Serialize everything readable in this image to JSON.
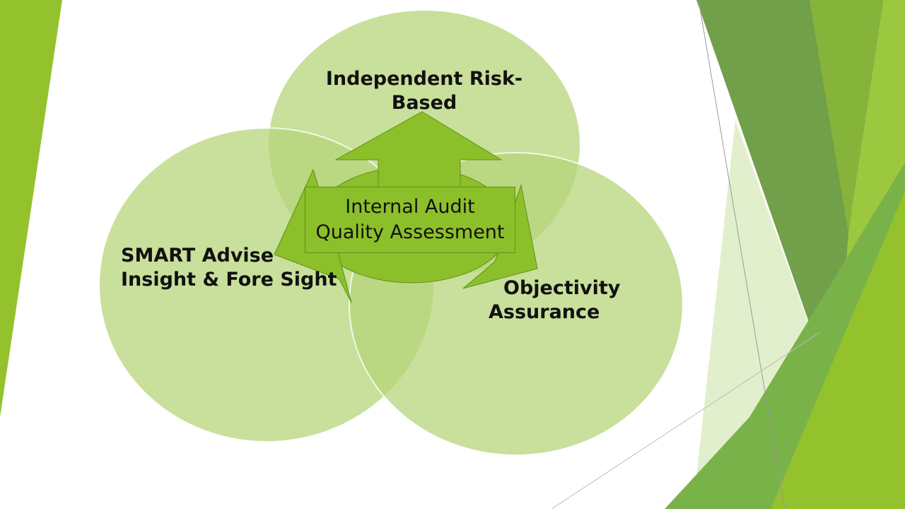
{
  "diagram": {
    "top_circle": {
      "line1": "Independent Risk-",
      "line2": "Based"
    },
    "left_circle": {
      "line1": "SMART Advise",
      "line2": "Insight & Fore Sight"
    },
    "right_circle": {
      "line1": "Objectivity",
      "line2": "Assurance"
    },
    "center": {
      "line1": "Internal Audit",
      "line2": "Quality Assessment"
    }
  },
  "colors": {
    "circle": "#c5df96",
    "arrow": "#8cc02a",
    "dark_green": "#6a9a3f",
    "lime": "#94c22c"
  }
}
